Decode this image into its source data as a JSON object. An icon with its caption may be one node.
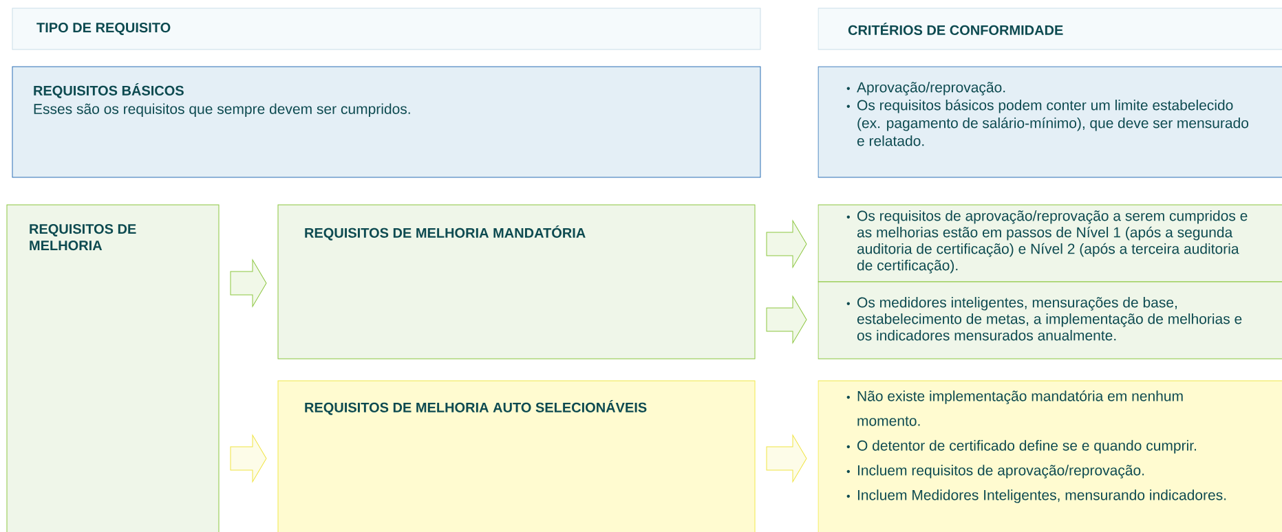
{
  "diagram": {
    "nodes": [
      {
        "text": [
          "TIPO DE REQUISITO"
        ]
      },
      {
        "text": [
          "CRITÉRIOS DE CONFORMIDADE"
        ]
      },
      {
        "text": [
          "REQUISITOS BÁSICOS",
          "Esses são os requisitos que sempre devem ser cumpridos."
        ]
      },
      {
        "text": [
          "Aprovação/reprovação.",
          "Os requisitos básicos podem conter um limite estabelecido (ex. pagamento de salário-mínimo), que deve ser mensurado e relatado."
        ]
      },
      {
        "text": [
          "REQUISITOS DE MELHORIA"
        ]
      },
      {
        "text": [
          "REQUISITOS DE MELHORIA MANDATÓRIA"
        ]
      },
      {
        "text": [
          "REQUISITOS DE MELHORIA AUTO SELECIONÁVEIS"
        ]
      },
      {
        "text": [
          "Os requisitos de aprovação/reprovação a serem cumpridos e as melhorias estão em passos de Nível 1 (após a segunda auditoria de certificação) e Nível 2 (após a terceira auditoria de certificação)."
        ]
      },
      {
        "text": [
          "Os medidores inteligentes, mensurações de base, estabelecimento de metas, a implementação de melhorias e os indicadores mensurados anualmente."
        ]
      },
      {
        "text": [
          "Não existe implementação mandatória em nenhum momento.",
          "O detentor de certificado define se e quando cumprir.",
          "Incluem requisitos de aprovação/reprovação.",
          "Incluem Medidores Inteligentes, mensurando indicadores."
        ]
      }
    ],
    "edges": [
      {
        "from": 4,
        "to": 5,
        "arrow": "to"
      },
      {
        "from": 4,
        "to": 6,
        "arrow": "to",
        "color": "#f0e442"
      },
      {
        "from": 5,
        "to": 7,
        "arrow": "to"
      },
      {
        "from": 5,
        "to": 8,
        "arrow": "to"
      },
      {
        "from": 6,
        "to": 9,
        "arrow": "to",
        "color": "#f0e442"
      }
    ]
  }
}
